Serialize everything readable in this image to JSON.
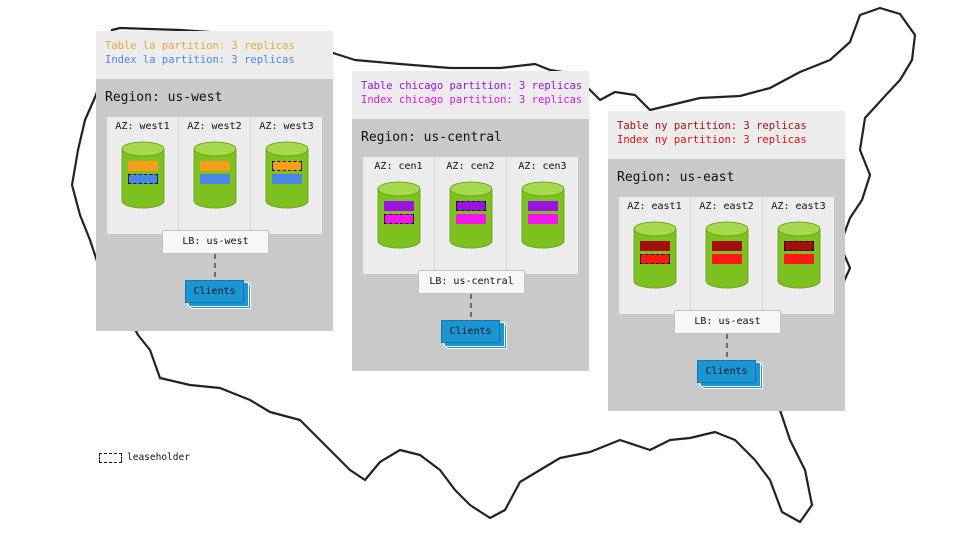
{
  "leaseholder_key": {
    "label": "leaseholder"
  },
  "regions": [
    {
      "id": "us-west",
      "title": "Region: us-west",
      "table_text": "Table la partition: 3 replicas",
      "index_text": "Index la partition: 3 replicas",
      "table_color": "#f99d1c",
      "index_color": "#4a86e8",
      "azs": [
        {
          "label": "AZ: west1",
          "leaseholder": "index"
        },
        {
          "label": "AZ: west2",
          "leaseholder": "none"
        },
        {
          "label": "AZ: west3",
          "leaseholder": "table"
        }
      ],
      "lb": "LB: us-west",
      "clients": "Clients"
    },
    {
      "id": "us-central",
      "title": "Region: us-central",
      "table_text": "Table chicago partition: 3 replicas",
      "index_text": "Index chicago partition: 3 replicas",
      "table_color": "#9b11e3",
      "index_color": "#f414f0",
      "azs": [
        {
          "label": "AZ: cen1",
          "leaseholder": "index"
        },
        {
          "label": "AZ: cen2",
          "leaseholder": "table"
        },
        {
          "label": "AZ: cen3",
          "leaseholder": "none"
        }
      ],
      "lb": "LB: us-central",
      "clients": "Clients"
    },
    {
      "id": "us-east",
      "title": "Region: us-east",
      "table_text": "Table ny partition: 3 replicas",
      "index_text": "Index ny partition: 3 replicas",
      "table_color": "#a30f0f",
      "index_color": "#ff1616",
      "azs": [
        {
          "label": "AZ: east1",
          "leaseholder": "index"
        },
        {
          "label": "AZ: east2",
          "leaseholder": "none"
        },
        {
          "label": "AZ: east3",
          "leaseholder": "table"
        }
      ],
      "lb": "LB: us-east",
      "clients": "Clients"
    }
  ]
}
